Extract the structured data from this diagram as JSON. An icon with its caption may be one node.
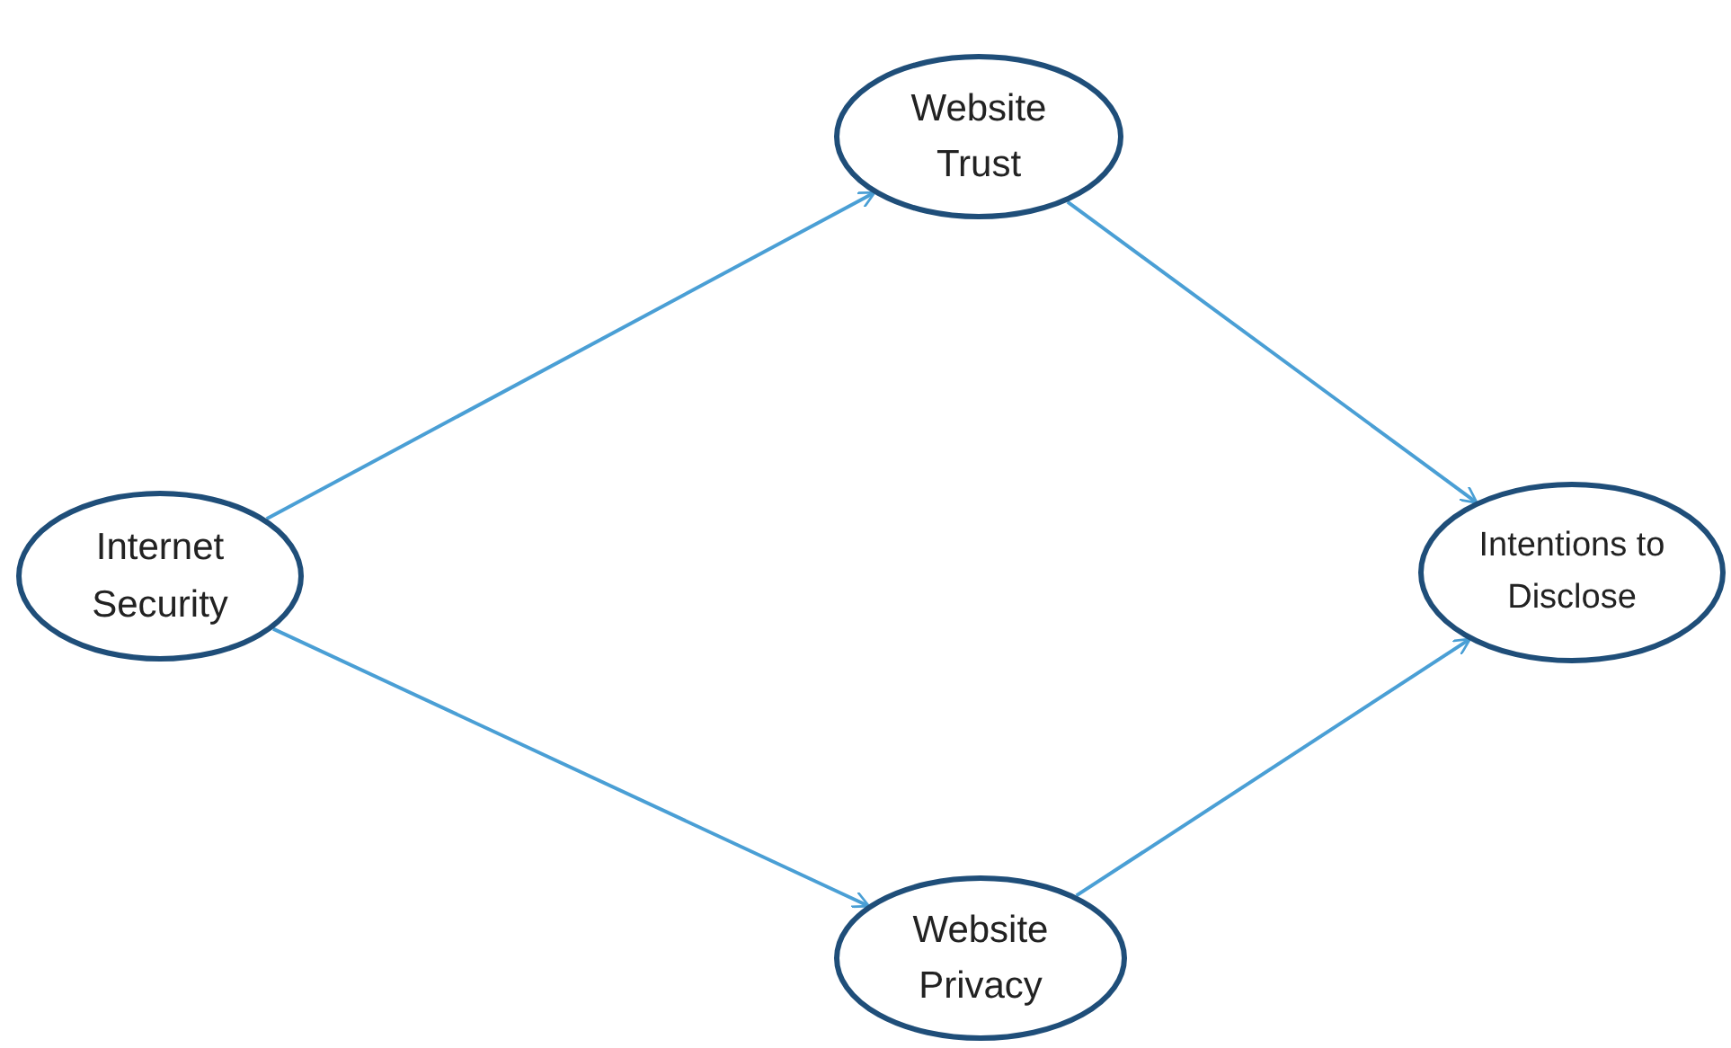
{
  "diagram": {
    "nodes": [
      {
        "text": [
          "Internet Security"
        ]
      },
      {
        "text": [
          "Website Trust"
        ]
      },
      {
        "text": [
          "Intentions to Disclose"
        ]
      },
      {
        "text": [
          "Website Privacy"
        ]
      }
    ],
    "edges": [
      {
        "from": 0,
        "to": 1,
        "arrow": "to"
      },
      {
        "from": 0,
        "to": 3,
        "arrow": "to"
      },
      {
        "from": 1,
        "to": 2,
        "arrow": "to"
      },
      {
        "from": 3,
        "to": 2,
        "arrow": "to"
      }
    ]
  }
}
